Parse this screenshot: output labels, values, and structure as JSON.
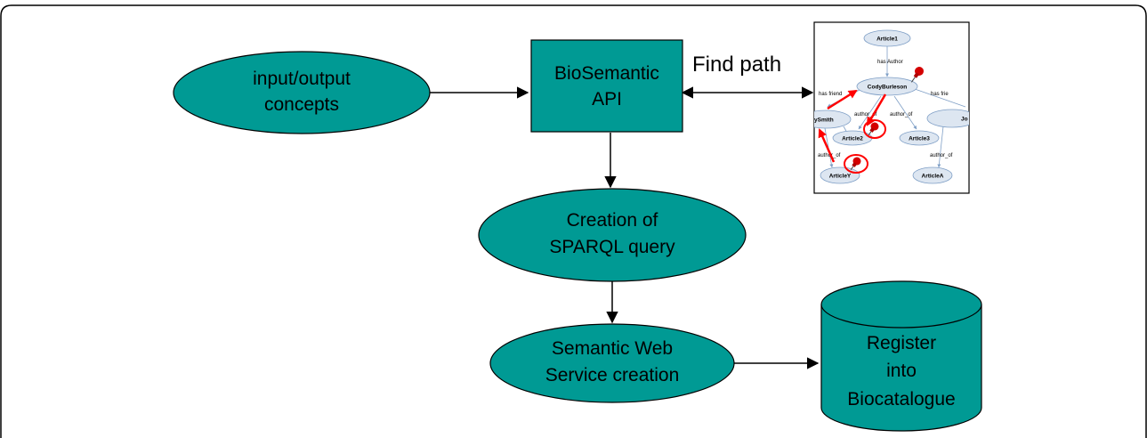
{
  "colors": {
    "node_fill": "#009a94",
    "node_stroke": "#000000",
    "edge": "#000000",
    "graph_node_fill": "#dde6f1",
    "graph_node_stroke": "#7f9fc6",
    "graph_edge": "#7f9fc6",
    "highlight": "#ff0000"
  },
  "nodes": {
    "io_concepts": {
      "line1": "input/output",
      "line2": "concepts"
    },
    "api": {
      "line1": "BioSemantic",
      "line2": "API"
    },
    "sparql": {
      "line1": "Creation of",
      "line2": "SPARQL query"
    },
    "sws": {
      "line1": "Semantic Web",
      "line2": "Service creation"
    },
    "register": {
      "line1": "Register",
      "line2": "into",
      "line3": "Biocatalogue"
    }
  },
  "edges": {
    "find_path_label": "Find path"
  },
  "graph_thumbnail": {
    "nodes": {
      "article1": "Article1",
      "cody": "CodyBurleson",
      "ysmith": "ySmith",
      "jo": "Jo",
      "article2": "Article2",
      "article3": "Article3",
      "articley": "ArticleY",
      "articlea": "ArticleA"
    },
    "edge_labels": {
      "has_author": "has Author",
      "has_friend": "has friend",
      "has_frie": "has frie",
      "author_of_1": "author_of",
      "author_of_2": "author_of",
      "author_of_3": "author_of",
      "author_of_4": "author_of"
    },
    "pin_icon": "push-pin-icon"
  }
}
